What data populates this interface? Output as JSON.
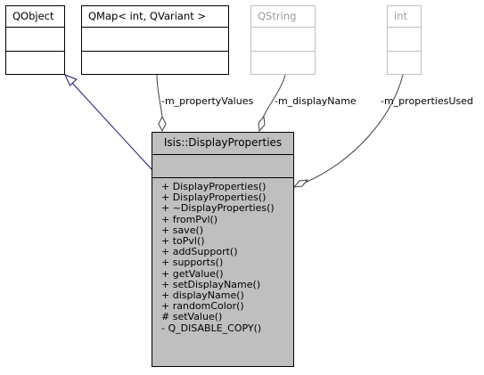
{
  "main_class": {
    "name": "Isis::DisplayProperties",
    "methods": [
      "+ DisplayProperties()",
      "+ DisplayProperties()",
      "+ ~DisplayProperties()",
      "+ fromPvl()",
      "+ save()",
      "+ toPvl()",
      "+ addSupport()",
      "+ supports()",
      "+ getValue()",
      "+ setDisplayName()",
      "+ displayName()",
      "+ randomColor()",
      "# setValue()",
      "- Q_DISABLE_COPY()"
    ]
  },
  "related_classes": {
    "qobject": {
      "name": "QObject"
    },
    "qmap": {
      "name": "QMap< int, QVariant >"
    },
    "qstring": {
      "name": "QString"
    },
    "int_type": {
      "name": "int"
    }
  },
  "edges": {
    "property_values": "-m_propertyValues",
    "display_name": "-m_displayName",
    "properties_used": "-m_propertiesUsed"
  },
  "colors": {
    "inheritance_arrow": "#191970",
    "collaboration_line": "#404040",
    "main_fill": "#bfbfbf",
    "faded_border": "#bfbfbf"
  }
}
